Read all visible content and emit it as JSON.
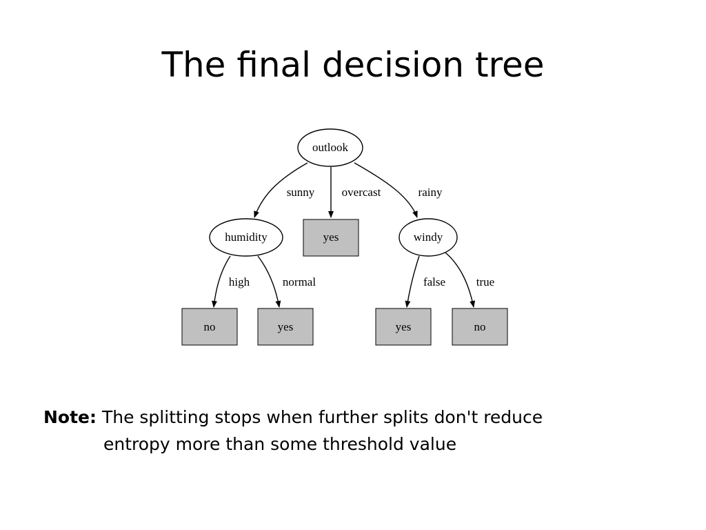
{
  "slide": {
    "title": "The final decision tree"
  },
  "tree": {
    "nodes": {
      "outlook": "outlook",
      "humidity": "humidity",
      "windy": "windy",
      "leaf_overcast": "yes",
      "leaf_high": "no",
      "leaf_normal": "yes",
      "leaf_false": "yes",
      "leaf_true": "no"
    },
    "edges": {
      "sunny": "sunny",
      "overcast": "overcast",
      "rainy": "rainy",
      "high": "high",
      "normal": "normal",
      "false": "false",
      "true": "true"
    },
    "colors": {
      "leaf_fill": "#c0c0c0",
      "stroke": "#000000",
      "node_fill": "#ffffff"
    }
  },
  "note": {
    "label": "Note:",
    "line1": " The splitting stops when further splits don't reduce",
    "line2": "entropy more than some threshold value"
  }
}
